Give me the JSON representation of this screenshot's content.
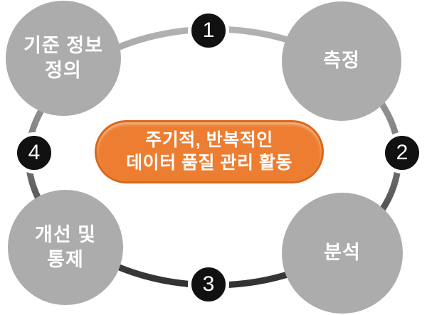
{
  "diagram": {
    "type": "cycle",
    "background_color": "#FFFFFF",
    "center_callout": {
      "line1": "주기적, 반복적인",
      "line2": "데이터 품질 관리 활동",
      "fill_color": "#ED7D31",
      "border_color": "#D8681C",
      "text_color": "#FFFFFF"
    },
    "nodes": [
      {
        "id": "define",
        "label": "기준 정보\n정의",
        "position": "top-left"
      },
      {
        "id": "measure",
        "label": "측정",
        "position": "top-right"
      },
      {
        "id": "improve",
        "label": "개선 및\n통제",
        "position": "bottom-left"
      },
      {
        "id": "analyze",
        "label": "분석",
        "position": "bottom-right"
      }
    ],
    "steps": [
      {
        "number": "1",
        "position": "top"
      },
      {
        "number": "2",
        "position": "right"
      },
      {
        "number": "3",
        "position": "bottom"
      },
      {
        "number": "4",
        "position": "left"
      }
    ],
    "colors": {
      "node_fill": "#ACACAC",
      "node_text": "#FFFFFF",
      "badge_fill": "#111111",
      "badge_text": "#FFFFFF",
      "ring_gradient_top": "#B2B2B2",
      "ring_gradient_bottom": "#323232"
    }
  }
}
